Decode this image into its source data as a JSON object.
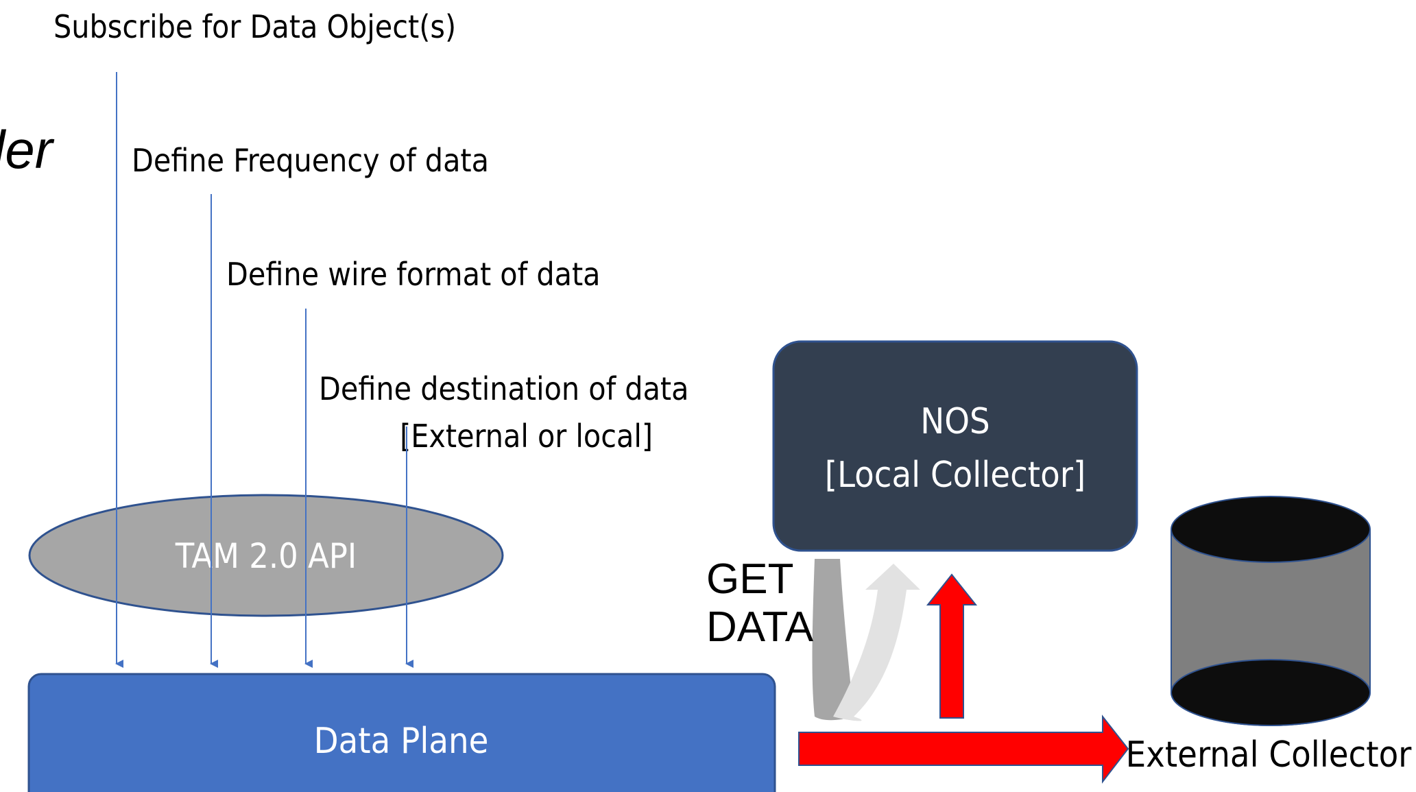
{
  "title_fragment": "ler",
  "annotations": {
    "subscribe": "Subscribe for Data Object(s)",
    "frequency": "Define Frequency of data",
    "wire_format": "Define wire format of data",
    "destination_line1": "Define destination of data",
    "destination_line2": "[External or local]"
  },
  "nodes": {
    "api": "TAM 2.0 API",
    "data_plane": "Data Plane",
    "nos_line1": "NOS",
    "nos_line2": "[Local Collector]",
    "external_collector": "External Collector"
  },
  "labels": {
    "get_line1": "GET",
    "get_line2": "DATA"
  },
  "colors": {
    "line_blue": "#4472c4",
    "data_plane_fill": "#4472c4",
    "nos_fill": "#333f50",
    "api_fill": "#a6a6a6",
    "red_arrow": "#ff0000",
    "cylinder_body": "#7f7f7f",
    "cylinder_cap": "#0d0d0d"
  }
}
